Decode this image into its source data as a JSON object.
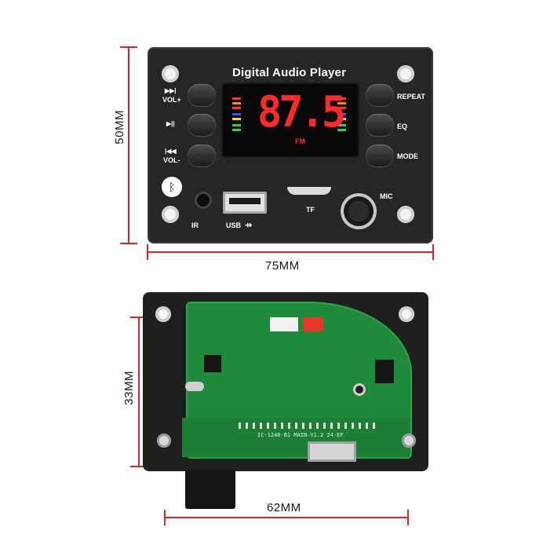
{
  "front": {
    "title": "Digital Audio Player",
    "left_labels": [
      "VOL+",
      "VOL-"
    ],
    "right_labels": [
      "REPEAT",
      "EQ",
      "MODE"
    ],
    "display_value": "87.5",
    "display_unit": "FM",
    "port_labels": {
      "ir": "IR",
      "usb": "USB",
      "tf": "TF",
      "mic": "MIC"
    },
    "icons": [
      "next-track-icon",
      "play-pause-icon",
      "previous-track-icon",
      "bluetooth-icon",
      "usb-symbol-icon"
    ]
  },
  "dimensions": {
    "front_height": "50MM",
    "front_width": "75MM",
    "back_height": "33MM",
    "back_width": "62MM"
  },
  "colors": {
    "dimension_lines": "#d8242a",
    "panel": "#262626",
    "pcb": "#1f8a3a",
    "segment_display": "#ff2a2a"
  }
}
